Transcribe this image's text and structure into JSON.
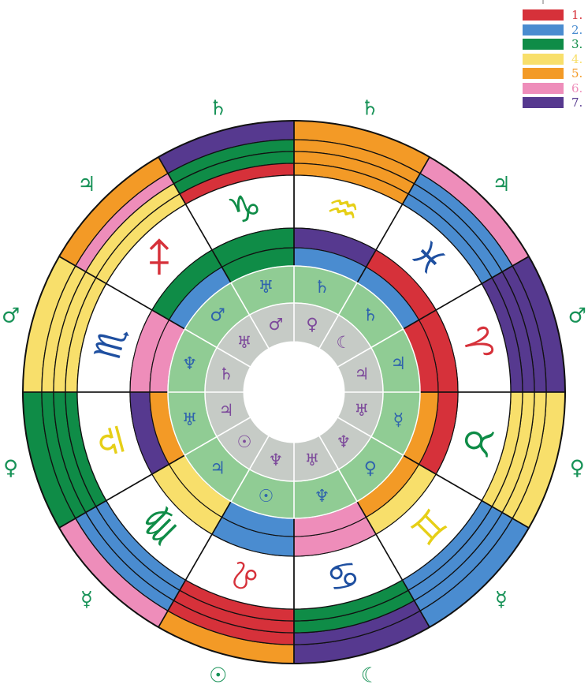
{
  "colors": {
    "red": "#d6313a",
    "blue": "#4a8cd0",
    "green": "#0f8c47",
    "yellow": "#f8df6b",
    "orange": "#f39a26",
    "pink": "#ee8dba",
    "purple": "#56398f",
    "light_green": "#90cc94",
    "light_gray": "#c6cbc6",
    "border": "#111111",
    "glyph_green": "#179257",
    "glyph_blue": "#2f64ad",
    "glyph_purple": "#7d4a9b"
  },
  "legend": [
    {
      "label": "1.",
      "color": "#d6313a"
    },
    {
      "label": "2.",
      "color": "#4a8cd0"
    },
    {
      "label": "3.",
      "color": "#0f8c47"
    },
    {
      "label": "4.",
      "color": "#f8df6b"
    },
    {
      "label": "5.",
      "color": "#f39a26"
    },
    {
      "label": "6.",
      "color": "#ee8dba"
    },
    {
      "label": "7.",
      "color": "#56398f"
    }
  ],
  "zodiac_order": [
    "aries",
    "pisces",
    "aquarius",
    "capricorn",
    "sagittarius",
    "scorpio",
    "libra",
    "virgo",
    "leo",
    "cancer",
    "gemini",
    "taurus"
  ],
  "zodiac_signs": [
    {
      "sign": "aries",
      "glyph": "♈",
      "color": "#d6313a",
      "outer_rings": [
        "#56398f",
        "#56398f",
        "#56398f",
        "#56398f"
      ],
      "inner_rings": [
        "#d6313a",
        "#d6313a"
      ]
    },
    {
      "sign": "pisces",
      "glyph": "♓",
      "color": "#1e4fa0",
      "outer_rings": [
        "#ee8dba",
        "#4a8cd0",
        "#4a8cd0",
        "#4a8cd0"
      ],
      "inner_rings": [
        "#d6313a",
        "#4a8cd0"
      ]
    },
    {
      "sign": "aquarius",
      "glyph": "♒",
      "color": "#e6cf17",
      "outer_rings": [
        "#f39a26",
        "#f39a26",
        "#f39a26",
        "#f39a26"
      ],
      "inner_rings": [
        "#56398f",
        "#4a8cd0"
      ]
    },
    {
      "sign": "capricorn",
      "glyph": "♑",
      "color": "#0f8c47",
      "outer_rings": [
        "#56398f",
        "#0f8c47",
        "#0f8c47",
        "#d6313a"
      ],
      "inner_rings": [
        "#0f8c47",
        "#0f8c47"
      ]
    },
    {
      "sign": "sagittarius",
      "glyph": "♐",
      "color": "#d6313a",
      "outer_rings": [
        "#f39a26",
        "#ee8dba",
        "#f8df6b",
        "#f8df6b"
      ],
      "inner_rings": [
        "#0f8c47",
        "#4a8cd0"
      ]
    },
    {
      "sign": "scorpio",
      "glyph": "♏",
      "color": "#1e4fa0",
      "outer_rings": [
        "#f8df6b",
        "#f8df6b",
        "#f8df6b",
        "#f8df6b"
      ],
      "inner_rings": [
        "#ee8dba",
        "#ee8dba"
      ]
    },
    {
      "sign": "libra",
      "glyph": "♎",
      "color": "#e6cf17",
      "outer_rings": [
        "#0f8c47",
        "#0f8c47",
        "#0f8c47",
        "#0f8c47"
      ],
      "inner_rings": [
        "#56398f",
        "#f39a26"
      ]
    },
    {
      "sign": "virgo",
      "glyph": "♍",
      "color": "#0f8c47",
      "outer_rings": [
        "#ee8dba",
        "#4a8cd0",
        "#4a8cd0",
        "#4a8cd0"
      ],
      "inner_rings": [
        "#f8df6b",
        "#f8df6b"
      ]
    },
    {
      "sign": "leo",
      "glyph": "♌",
      "color": "#d6313a",
      "outer_rings": [
        "#f39a26",
        "#d6313a",
        "#d6313a",
        "#d6313a"
      ],
      "inner_rings": [
        "#4a8cd0",
        "#4a8cd0"
      ]
    },
    {
      "sign": "cancer",
      "glyph": "♋",
      "color": "#1e4fa0",
      "outer_rings": [
        "#56398f",
        "#56398f",
        "#0f8c47",
        "#0f8c47"
      ],
      "inner_rings": [
        "#ee8dba",
        "#ee8dba"
      ]
    },
    {
      "sign": "gemini",
      "glyph": "♊",
      "color": "#e6cf17",
      "outer_rings": [
        "#4a8cd0",
        "#4a8cd0",
        "#4a8cd0",
        "#4a8cd0"
      ],
      "inner_rings": [
        "#f8df6b",
        "#f39a26"
      ]
    },
    {
      "sign": "taurus",
      "glyph": "♉",
      "color": "#0f8c47",
      "outer_rings": [
        "#f8df6b",
        "#f8df6b",
        "#f8df6b",
        "#f8df6b"
      ],
      "inner_rings": [
        "#d6313a",
        "#f39a26"
      ]
    }
  ],
  "ruler_ring": [
    "♂",
    "♃",
    "♄",
    "♄",
    "♃",
    "♂",
    "♀",
    "☿",
    "☉",
    "☾",
    "☿",
    "♀"
  ],
  "decan_outer_ring": [
    "♃",
    "♄",
    "♄",
    "♅",
    "♂",
    "♆",
    "♅",
    "♃",
    "☉",
    "♆",
    "♀",
    "☿"
  ],
  "decan_inner_ring": [
    "♃",
    "☾",
    "♀",
    "♂",
    "♅",
    "♄",
    "♃",
    "☉",
    "♆",
    "♅",
    "♆",
    "♅"
  ]
}
